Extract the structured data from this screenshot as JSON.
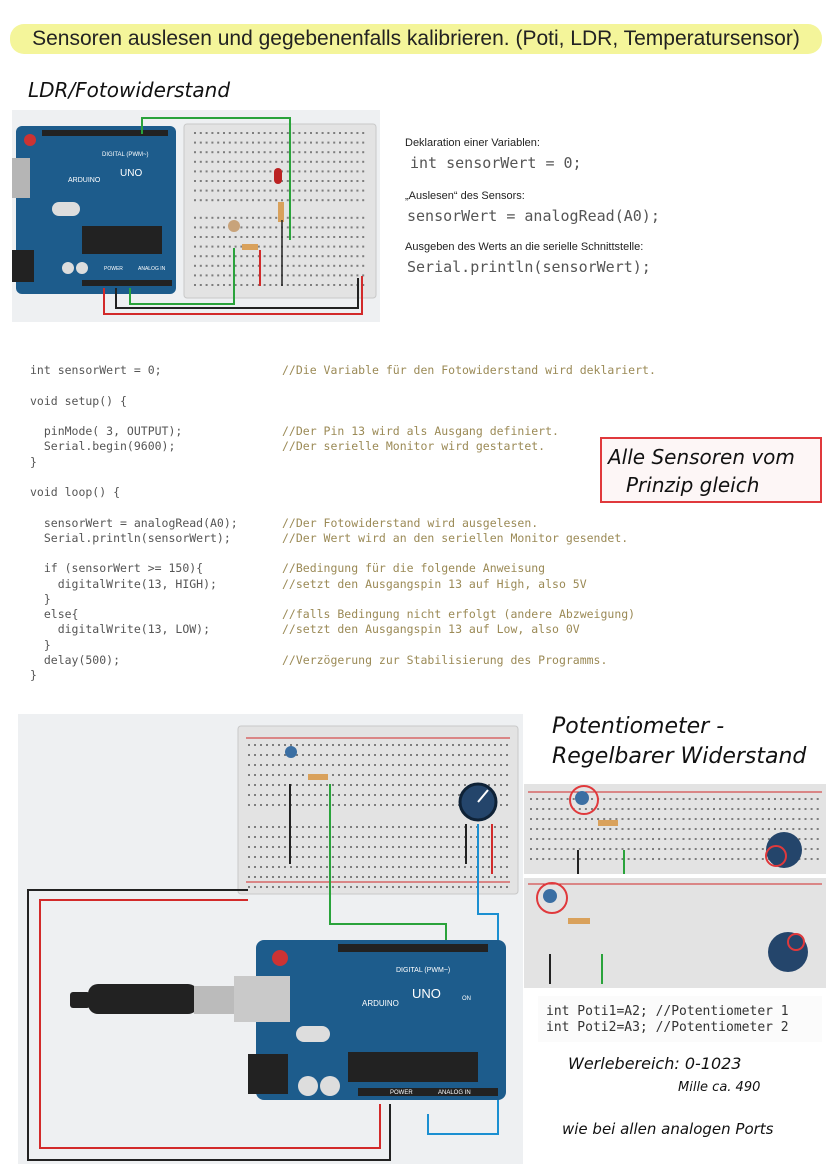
{
  "title": "Sensoren auslesen und gegebenenfalls kalibrieren. (Poti, LDR, Temperatursensor)",
  "ldr_heading": "LDR/Fotowiderstand",
  "board": {
    "digital": "DIGITAL (PWM~)",
    "arduino": "ARDUINO",
    "uno": "UNO",
    "power": "POWER",
    "analog": "ANALOG IN",
    "on": "ON"
  },
  "info": {
    "decl_label": "Deklaration einer Variablen:",
    "decl_code": "int sensorWert = 0;",
    "read_label": "„Auslesen“ des Sensors:",
    "read_code": "sensorWert = analogRead(A0);",
    "output_label": "Ausgeben des Werts an die serielle Schnittstelle:",
    "output_code": "Serial.println(sensorWert);"
  },
  "code_lines": [
    {
      "code": "int sensorWert = 0;",
      "comment": "//Die Variable für den Fotowiderstand wird deklariert."
    },
    {
      "code": "",
      "comment": ""
    },
    {
      "code": "void setup() {",
      "comment": ""
    },
    {
      "code": "",
      "comment": ""
    },
    {
      "code": "  pinMode( 3, OUTPUT);",
      "comment": "//Der Pin 13 wird als Ausgang definiert."
    },
    {
      "code": "  Serial.begin(9600);",
      "comment": "//Der serielle Monitor wird gestartet."
    },
    {
      "code": "}",
      "comment": ""
    },
    {
      "code": "",
      "comment": ""
    },
    {
      "code": "void loop() {",
      "comment": ""
    },
    {
      "code": "",
      "comment": ""
    },
    {
      "code": "  sensorWert = analogRead(A0);",
      "comment": "//Der Fotowiderstand wird ausgelesen."
    },
    {
      "code": "  Serial.println(sensorWert);",
      "comment": "//Der Wert wird an den seriellen Monitor gesendet."
    },
    {
      "code": "",
      "comment": ""
    },
    {
      "code": "  if (sensorWert >= 150){",
      "comment": "//Bedingung für die folgende Anweisung"
    },
    {
      "code": "    digitalWrite(13, HIGH);",
      "comment": "//setzt den Ausgangspin 13 auf High, also 5V"
    },
    {
      "code": "  }",
      "comment": ""
    },
    {
      "code": "  else{",
      "comment": "//falls Bedingung nicht erfolgt (andere Abzweigung)"
    },
    {
      "code": "    digitalWrite(13, LOW);",
      "comment": "//setzt den Ausgangspin 13 auf Low, also 0V"
    },
    {
      "code": "  }",
      "comment": ""
    },
    {
      "code": "  delay(500);",
      "comment": "//Verzögerung zur Stabilisierung des Programms."
    },
    {
      "code": "}",
      "comment": ""
    }
  ],
  "note": {
    "line1": "Alle Sensoren vom",
    "line2": "Prinzip gleich"
  },
  "poti": {
    "heading1": "Potentiometer -",
    "heading2": "Regelbarer Widerstand",
    "code1": "int Poti1=A2; //Potentiometer 1",
    "code2": "int Poti2=A3; //Potentiometer 2",
    "range": "Werlebereich: 0-1023",
    "mid": "Mille ca. 490",
    "all_ports": "wie bei allen analogen Ports"
  },
  "colors": {
    "title_bg": "#f4f59a",
    "board_blue": "#1d5c8c",
    "wire_red": "#d22a2a",
    "wire_green": "#2aa33b",
    "wire_blue": "#1b8fd1",
    "note_border": "#e0393c"
  }
}
